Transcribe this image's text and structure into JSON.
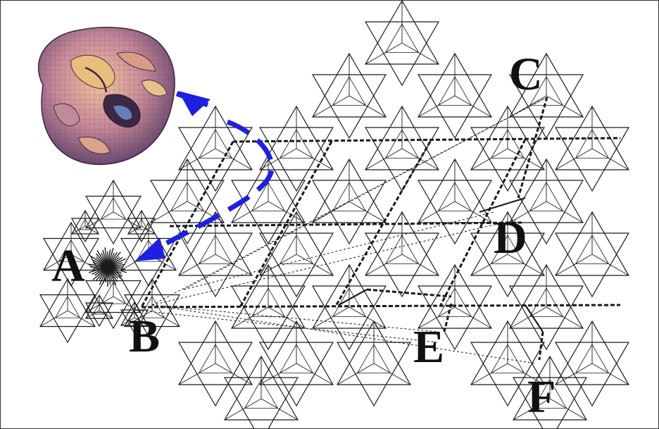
{
  "labels": {
    "a": "A",
    "b": "B",
    "c": "C",
    "d": "D",
    "e": "E",
    "f": "F"
  },
  "colors": {
    "lattice": "#1a1a1a",
    "arrow": "#1f1fe0",
    "surface_top": "#f0b38c",
    "surface_mid": "#b97e95",
    "surface_dark": "#5f3d62",
    "surface_gold": "#e6c07a"
  },
  "icons": {
    "surface": "calabi-yau-surface-image",
    "star": "radial-star-burst",
    "arrow": "dashed-double-arrow"
  }
}
